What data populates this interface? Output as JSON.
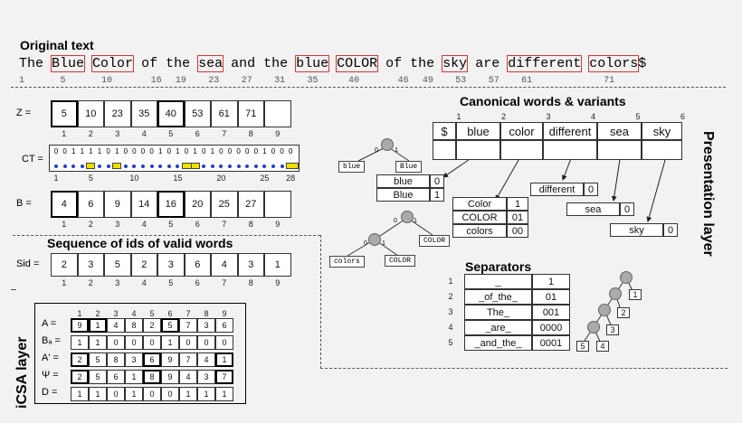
{
  "headings": {
    "original_text": "Original text",
    "canonical": "Canonical words & variants",
    "sequence": "Sequence of ids of valid words",
    "separators": "Separators",
    "presentation_layer": "Presentation layer",
    "icsa_layer": "iCSA layer"
  },
  "original_text": {
    "segments": [
      {
        "t": "The ",
        "hl": false
      },
      {
        "t": "Blue",
        "hl": true
      },
      {
        "t": " ",
        "hl": false
      },
      {
        "t": "Color",
        "hl": true
      },
      {
        "t": " of the ",
        "hl": false
      },
      {
        "t": "sea",
        "hl": true
      },
      {
        "t": " and the ",
        "hl": false
      },
      {
        "t": "blue",
        "hl": true
      },
      {
        "t": " ",
        "hl": false
      },
      {
        "t": "COLOR",
        "hl": true
      },
      {
        "t": " of the ",
        "hl": false
      },
      {
        "t": "sky",
        "hl": true
      },
      {
        "t": " are ",
        "hl": false
      },
      {
        "t": "different",
        "hl": true
      },
      {
        "t": " ",
        "hl": false
      },
      {
        "t": "colors",
        "hl": true
      },
      {
        "t": "$",
        "hl": false
      }
    ],
    "positions": [
      "1",
      "5",
      "10",
      "16",
      "19",
      "23",
      "27",
      "31",
      "35",
      "40",
      "46",
      "49",
      "53",
      "57",
      "61",
      "71"
    ]
  },
  "Z": {
    "label": "Z =",
    "cells": [
      "5",
      "10",
      "23",
      "35",
      "40",
      "53",
      "61",
      "71",
      ""
    ],
    "bold": [
      0,
      4
    ],
    "idx": [
      "1",
      "2",
      "3",
      "4",
      "5",
      "6",
      "7",
      "8",
      "9"
    ]
  },
  "CT": {
    "label": "CT =",
    "bits": [
      "0",
      "0",
      "1",
      "1",
      "1",
      "1",
      "0",
      "1",
      "0",
      "0",
      "0",
      "0",
      "1",
      "0",
      "1",
      "0",
      "1",
      "0",
      "1",
      "0",
      "0",
      "0",
      "0",
      "0",
      "1",
      "0",
      "0",
      "0"
    ],
    "idx_labels": [
      "1",
      "5",
      "10",
      "15",
      "20",
      "25",
      "28"
    ]
  },
  "B": {
    "label": "B =",
    "cells": [
      "4",
      "6",
      "9",
      "14",
      "16",
      "20",
      "25",
      "27",
      ""
    ],
    "bold": [
      0,
      4
    ],
    "idx": [
      "1",
      "2",
      "3",
      "4",
      "5",
      "6",
      "7",
      "8",
      "9"
    ]
  },
  "Sid": {
    "label": "Sid =",
    "cells": [
      "2",
      "3",
      "5",
      "2",
      "3",
      "6",
      "4",
      "3",
      "1"
    ],
    "idx": [
      "1",
      "2",
      "3",
      "4",
      "5",
      "6",
      "7",
      "8",
      "9"
    ]
  },
  "icsa": {
    "col_idx": [
      "1",
      "2",
      "3",
      "4",
      "5",
      "6",
      "7",
      "8",
      "9"
    ],
    "rows": [
      {
        "label": "A =",
        "cells": [
          "9",
          "1",
          "4",
          "8",
          "2",
          "5",
          "7",
          "3",
          "6"
        ]
      },
      {
        "label": "Bₐ =",
        "cells": [
          "1",
          "1",
          "0",
          "0",
          "0",
          "1",
          "0",
          "0",
          "0"
        ]
      },
      {
        "label": "A' =",
        "cells": [
          "2",
          "5",
          "8",
          "3",
          "6",
          "9",
          "7",
          "4",
          "1"
        ]
      },
      {
        "label": "Ψ =",
        "cells": [
          "2",
          "5",
          "6",
          "1",
          "8",
          "9",
          "4",
          "3",
          "7"
        ]
      },
      {
        "label": "D =",
        "cells": [
          "1",
          "1",
          "0",
          "1",
          "0",
          "0",
          "1",
          "1",
          "1"
        ]
      }
    ]
  },
  "canonical": {
    "idx": [
      "1",
      "2",
      "3",
      "4",
      "5",
      "6"
    ],
    "words": [
      "$",
      "blue",
      "color",
      "different",
      "sea",
      "sky"
    ]
  },
  "variants": {
    "blue": [
      [
        "blue",
        "0"
      ],
      [
        "Blue",
        "1"
      ]
    ],
    "color": [
      [
        "Color",
        "1"
      ],
      [
        "COLOR",
        "01"
      ],
      [
        "colors",
        "00"
      ]
    ],
    "different": [
      [
        "different",
        "0"
      ]
    ],
    "sea": [
      [
        "sea",
        "0"
      ]
    ],
    "sky": [
      [
        "sky",
        "0"
      ]
    ]
  },
  "trees": {
    "blue_leaves": [
      "blue",
      "Blue"
    ],
    "color_leaves": [
      "colors",
      "COLOR",
      "COLOR"
    ],
    "edge0": "0",
    "edge1": "1",
    "sep_leaves": [
      "1",
      "2",
      "3",
      "5",
      "4"
    ]
  },
  "separators": {
    "idx": [
      "1",
      "2",
      "3",
      "4",
      "5"
    ],
    "names": [
      "_",
      "_of_the_",
      "The_",
      "_are_",
      "_and_the_"
    ],
    "codes": [
      "1",
      "01",
      "001",
      "0000",
      "0001"
    ]
  }
}
